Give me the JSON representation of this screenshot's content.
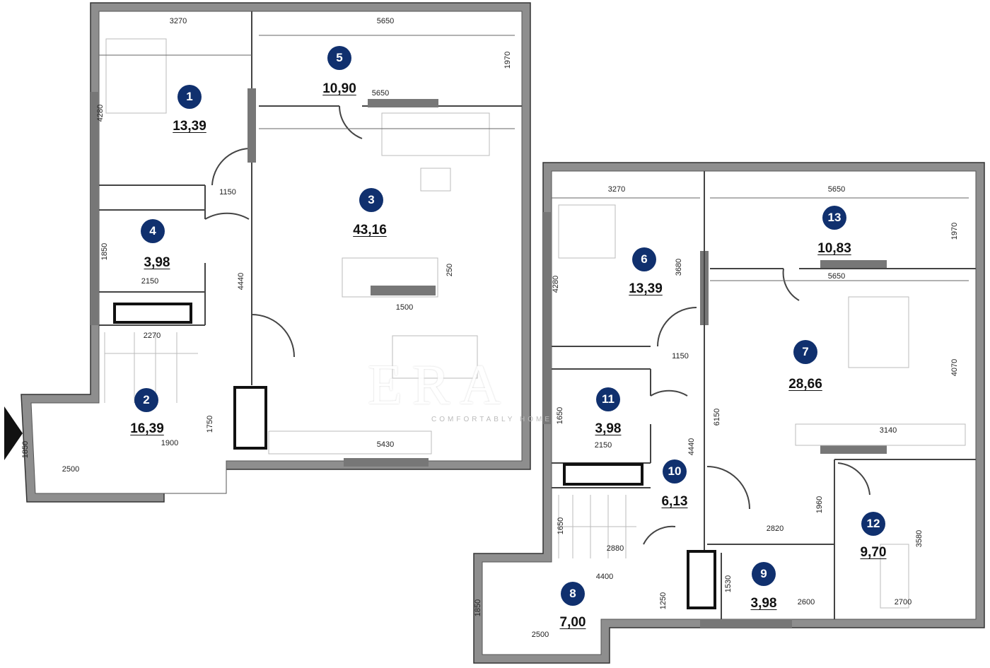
{
  "rooms": [
    {
      "num": "1",
      "area": "13,39"
    },
    {
      "num": "2",
      "area": "16,39"
    },
    {
      "num": "3",
      "area": "43,16"
    },
    {
      "num": "4",
      "area": "3,98"
    },
    {
      "num": "5",
      "area": "10,90"
    },
    {
      "num": "6",
      "area": "13,39"
    },
    {
      "num": "7",
      "area": "28,66"
    },
    {
      "num": "8",
      "area": "7,00"
    },
    {
      "num": "9",
      "area": "3,98"
    },
    {
      "num": "10",
      "area": "6,13"
    },
    {
      "num": "11",
      "area": "3,98"
    },
    {
      "num": "12",
      "area": "9,70"
    },
    {
      "num": "13",
      "area": "10,83"
    }
  ],
  "dimensions": [
    "3270",
    "5650",
    "1970",
    "4280",
    "5650",
    "1150",
    "1850",
    "2150",
    "4440",
    "2270",
    "250",
    "1500",
    "1750",
    "1900",
    "5430",
    "1850",
    "2500",
    "3270",
    "5650",
    "1970",
    "4280",
    "3680",
    "5650",
    "1150",
    "4070",
    "1650",
    "2150",
    "6150",
    "4440",
    "3140",
    "1960",
    "2820",
    "3580",
    "1650",
    "2880",
    "4400",
    "1250",
    "1850",
    "1530",
    "2600",
    "2700",
    "2500"
  ],
  "watermark": {
    "brand": "ERA",
    "sub": "COMFORTABLY HOME"
  },
  "colors": {
    "badge": "#10306e",
    "wall": "#8a8a8a"
  }
}
